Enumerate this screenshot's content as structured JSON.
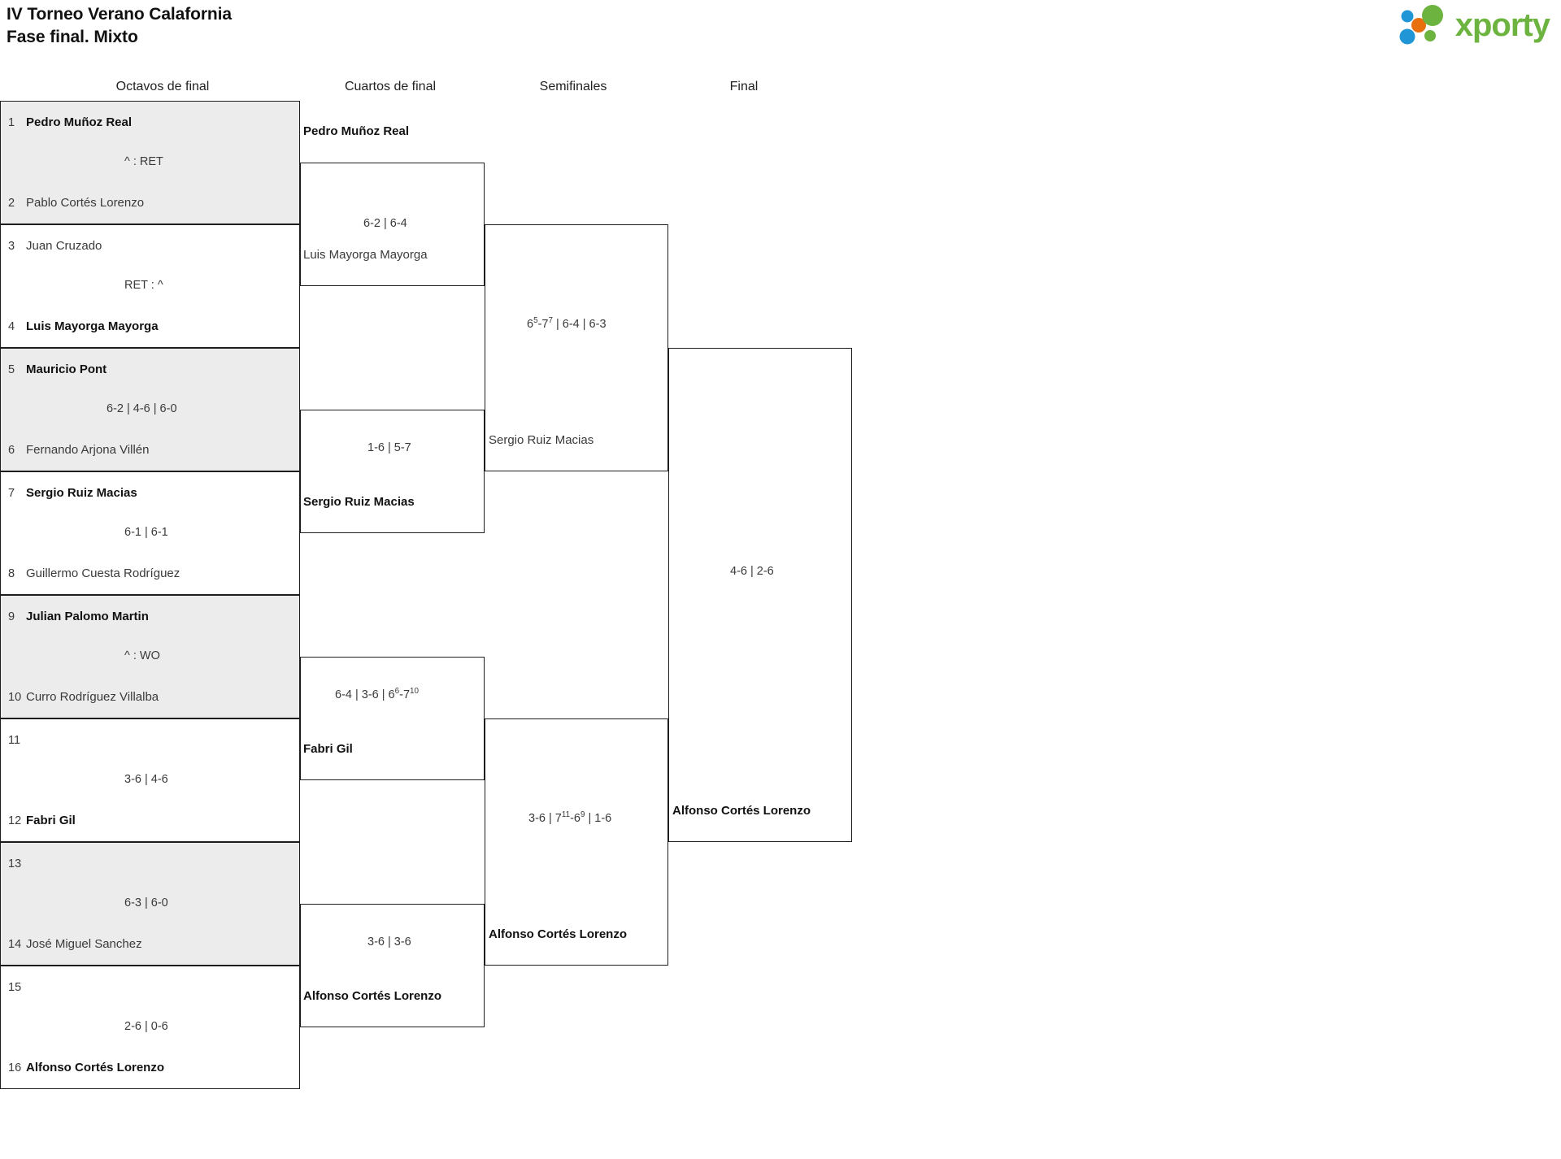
{
  "header": {
    "title_line1": "IV Torneo Verano Calafornia",
    "title_line2": "Fase final. Mixto",
    "logo_text": "xporty",
    "logo_colors": {
      "green": "#6cb33f",
      "blue": "#2196d6",
      "orange": "#e8700f"
    }
  },
  "rounds": [
    {
      "label": "Octavos de final"
    },
    {
      "label": "Cuartos de final"
    },
    {
      "label": "Semifinales"
    },
    {
      "label": "Final"
    }
  ],
  "r16": [
    {
      "seed": "1",
      "name": "Pedro Muñoz Real",
      "winner": true
    },
    {
      "seed": "2",
      "name": "Pablo Cortés Lorenzo",
      "winner": false
    },
    {
      "seed": "3",
      "name": "Juan Cruzado",
      "winner": false
    },
    {
      "seed": "4",
      "name": "Luis Mayorga Mayorga",
      "winner": true
    },
    {
      "seed": "5",
      "name": "Mauricio Pont",
      "winner": true
    },
    {
      "seed": "6",
      "name": "Fernando Arjona Villén",
      "winner": false
    },
    {
      "seed": "7",
      "name": "Sergio Ruiz Macias",
      "winner": true
    },
    {
      "seed": "8",
      "name": "Guillermo Cuesta Rodríguez",
      "winner": false
    },
    {
      "seed": "9",
      "name": "Julian Palomo Martin",
      "winner": true
    },
    {
      "seed": "10",
      "name": "Curro Rodríguez Villalba",
      "winner": false
    },
    {
      "seed": "11",
      "name": "",
      "winner": false
    },
    {
      "seed": "12",
      "name": "Fabri Gil",
      "winner": true
    },
    {
      "seed": "13",
      "name": "",
      "winner": false
    },
    {
      "seed": "14",
      "name": "José Miguel Sanchez",
      "winner": false
    },
    {
      "seed": "15",
      "name": "",
      "winner": false
    },
    {
      "seed": "16",
      "name": "Alfonso Cortés Lorenzo",
      "winner": true
    }
  ],
  "r16_scores": [
    {
      "text": "^ : RET"
    },
    {
      "text": "RET : ^"
    },
    {
      "text": "6-2 | 4-6 | 6-0"
    },
    {
      "text": "6-1 | 6-1"
    },
    {
      "text": "^ : WO"
    },
    {
      "text": "3-6 | 4-6"
    },
    {
      "text": "6-3 | 6-0"
    },
    {
      "text": "2-6 | 0-6"
    }
  ],
  "quarters": [
    {
      "top": "Pedro Muñoz Real",
      "top_win": true,
      "bottom": "Luis Mayorga Mayorga",
      "bottom_win": false,
      "score_html": "6-2 | 6-4"
    },
    {
      "top": "Sergio Ruiz Macias",
      "top_win": true,
      "bottom": "",
      "bottom_win": false,
      "score_html": "1-6 | 5-7"
    },
    {
      "top": "Fabri Gil",
      "top_win": true,
      "bottom": "",
      "bottom_win": false,
      "score_html": "6-4 | 3-6 | 6<sup>6</sup>-7<sup>10</sup>"
    },
    {
      "top": "Alfonso Cortés Lorenzo",
      "top_win": true,
      "bottom": "",
      "bottom_win": false,
      "score_html": "3-6 | 3-6"
    }
  ],
  "semis": [
    {
      "name": "Sergio Ruiz Macias",
      "winner": false,
      "score_html": "6<sup>5</sup>-7<sup>7</sup> | 6-4 | 6-3"
    },
    {
      "name": "Alfonso Cortés Lorenzo",
      "winner": true,
      "score_html": "3-6 | 7<sup>11</sup>-6<sup>9</sup> | 1-6"
    }
  ],
  "final": {
    "champion": "Alfonso Cortés Lorenzo",
    "score_html": "4-6 | 2-6"
  }
}
